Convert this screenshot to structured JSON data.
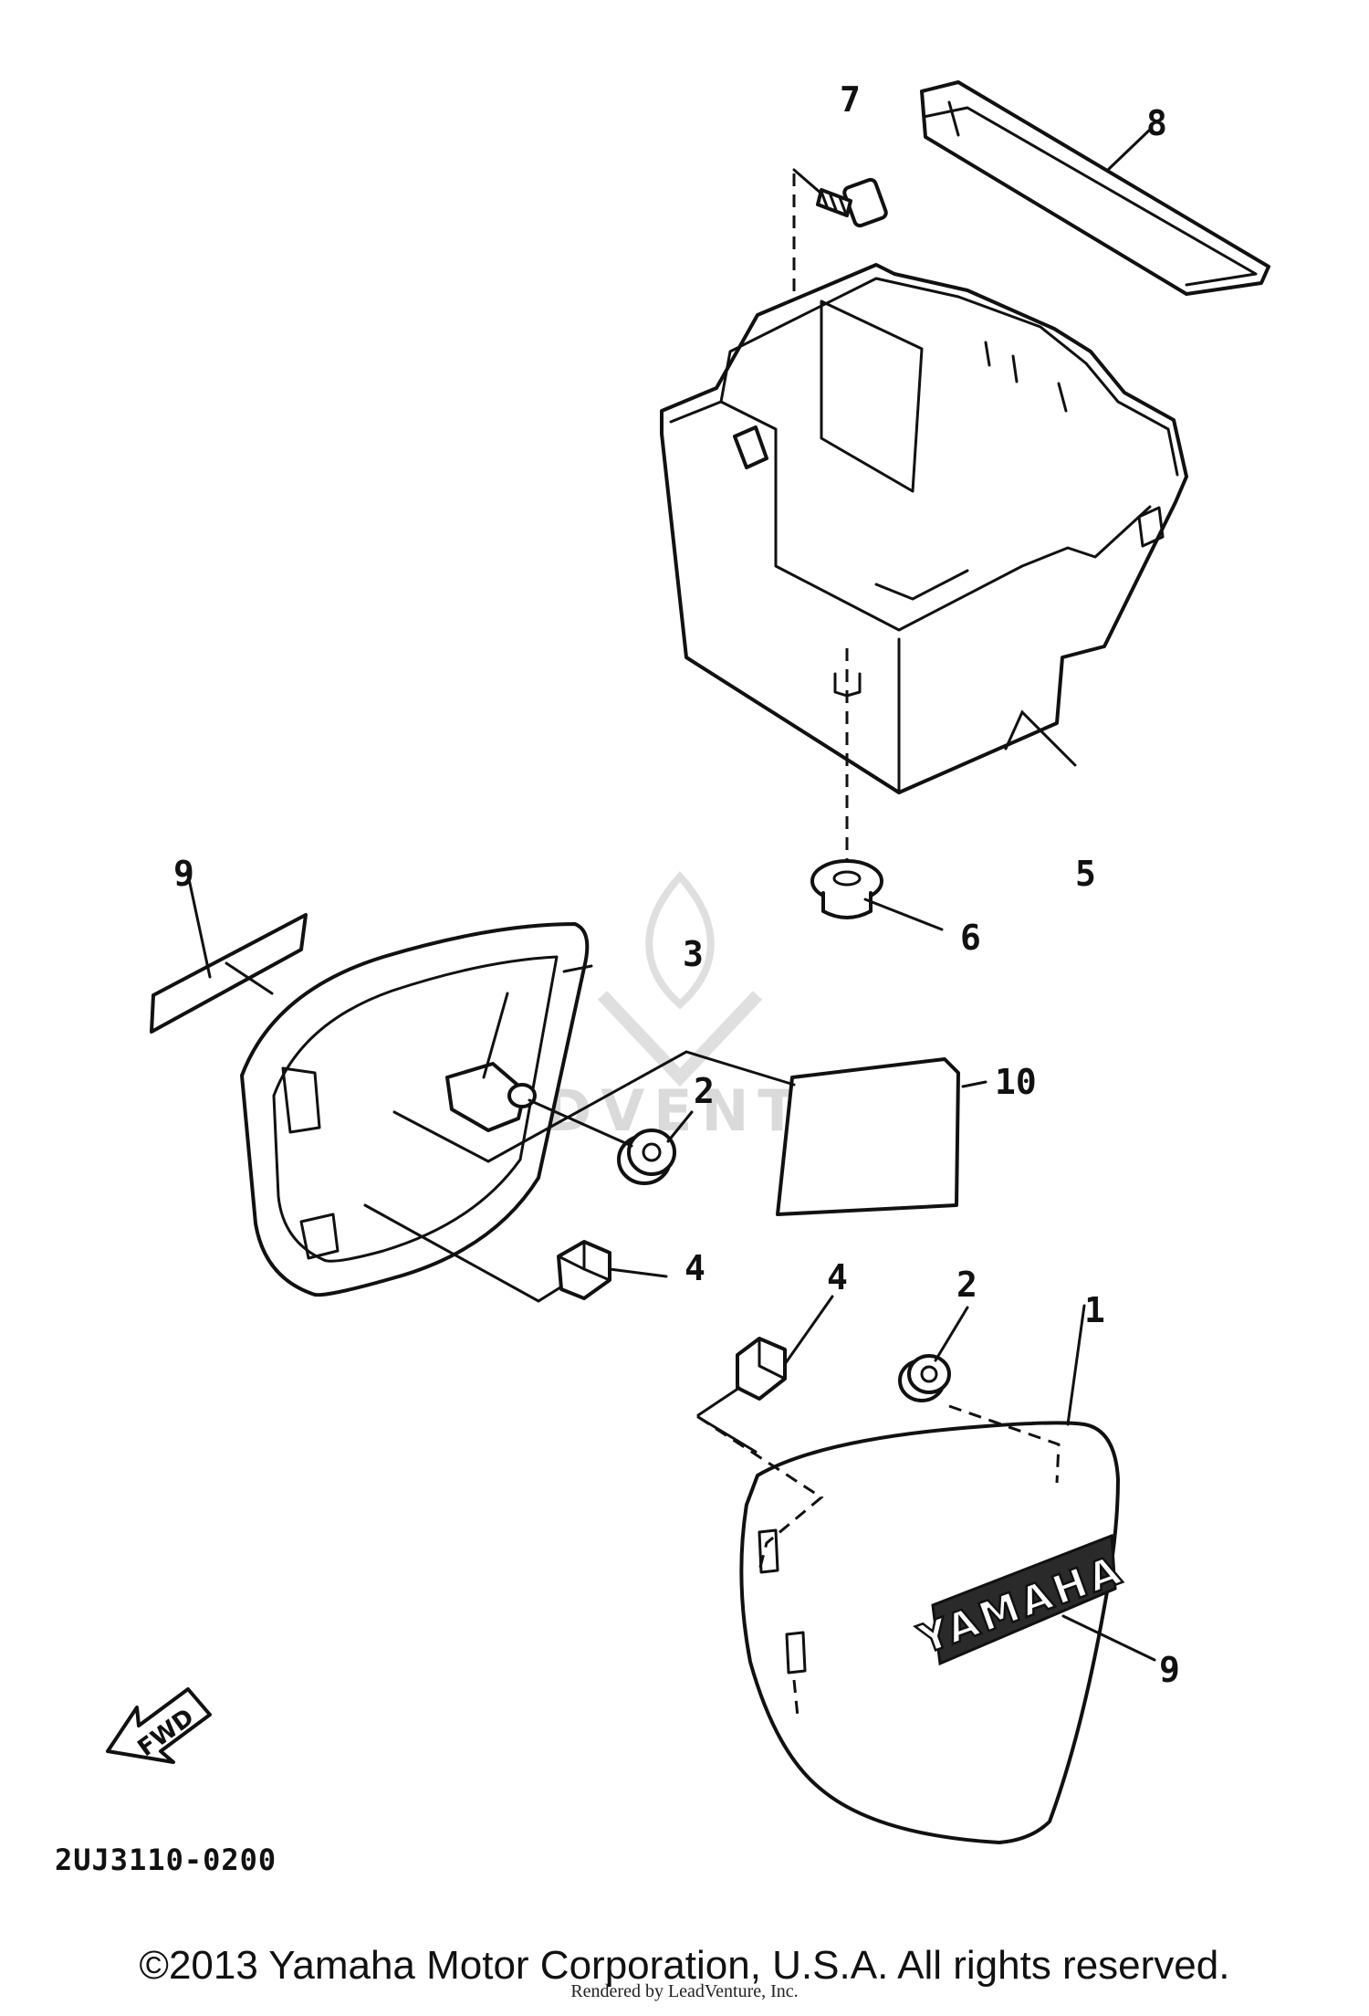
{
  "callouts": {
    "c1": "1",
    "c2a": "2",
    "c2b": "2",
    "c3": "3",
    "c4a": "4",
    "c4b": "4",
    "c5": "5",
    "c6": "6",
    "c7": "7",
    "c8": "8",
    "c9a": "9",
    "c9b": "9",
    "c10": "10"
  },
  "emblem_text": "YAMAHA",
  "fwd_label": "FWD",
  "watermark_text": "LEADVENTURE",
  "ref_code": "2UJ3110-0200",
  "copyright": "©2013 Yamaha Motor Corporation, U.S.A. All rights reserved.",
  "rendered_by": "Rendered by LeadVenture, Inc."
}
